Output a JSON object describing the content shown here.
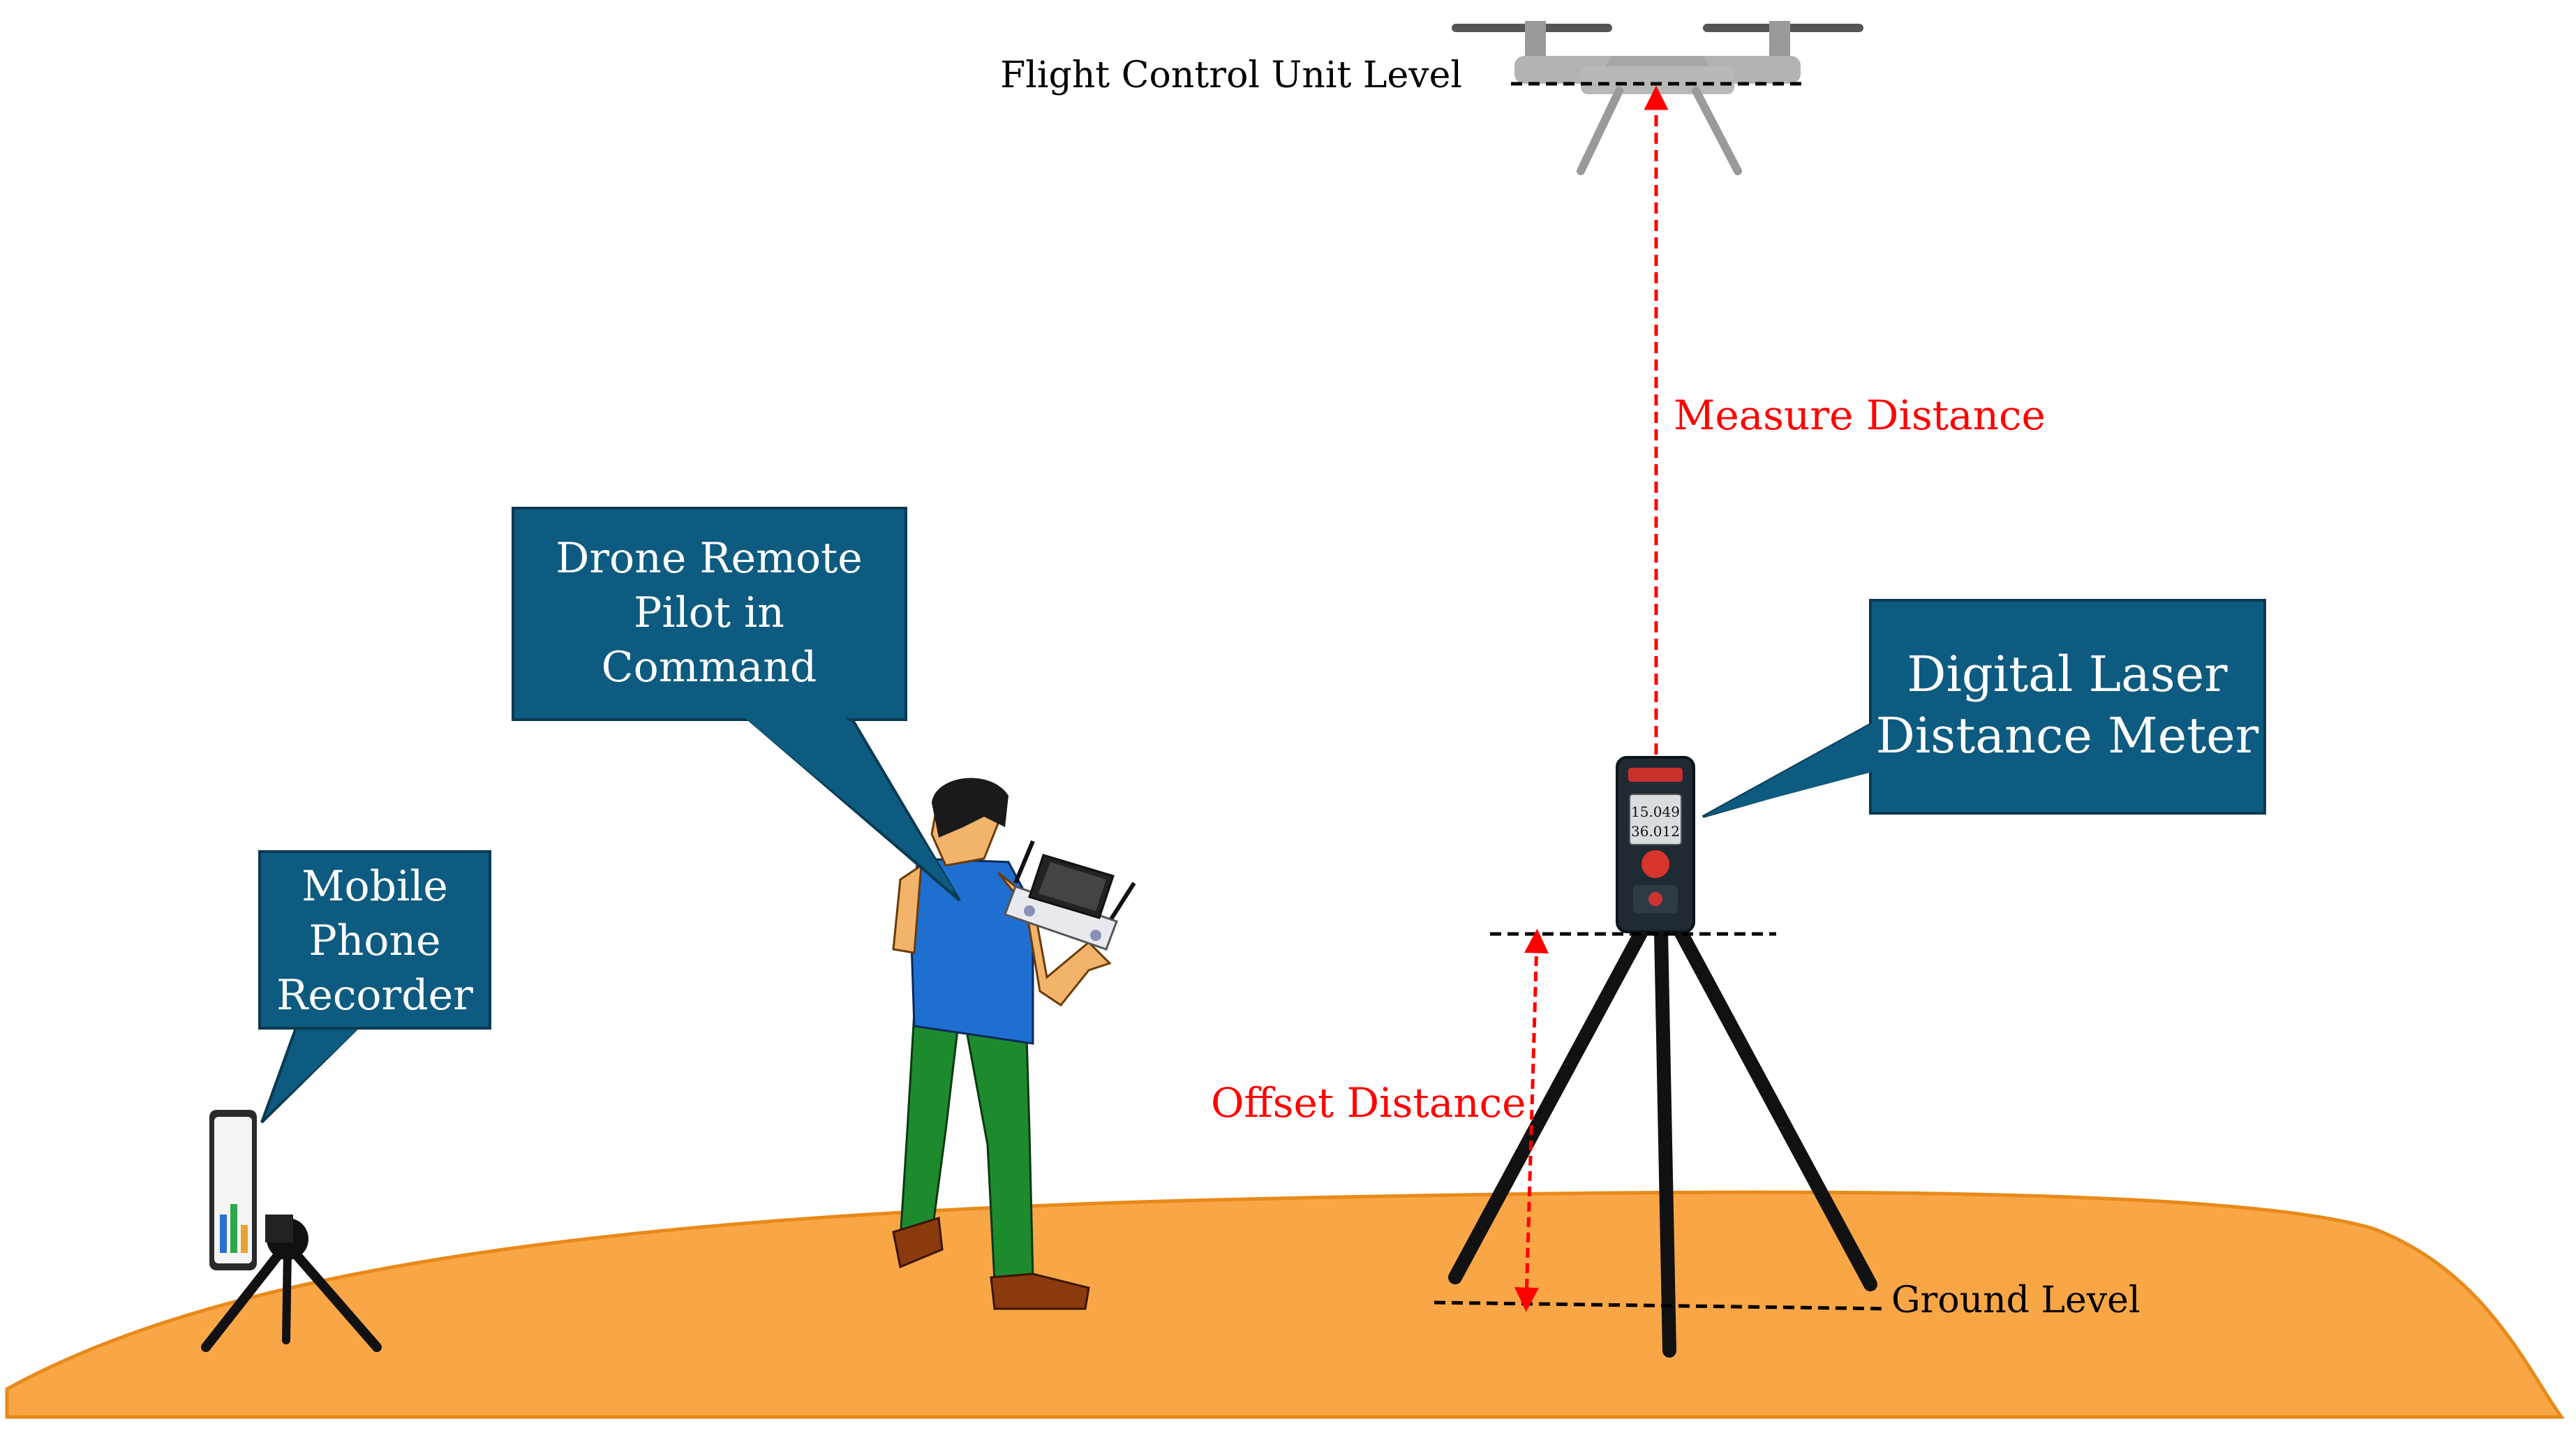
{
  "labels": {
    "flight_control_unit_level": "Flight Control Unit Level",
    "measure_distance": "Measure Distance",
    "offset_distance": "Offset Distance",
    "ground_level": "Ground Level"
  },
  "callouts": {
    "drone_pilot": [
      "Drone Remote",
      "Pilot in",
      "Command"
    ],
    "mobile_phone": [
      "Mobile",
      "Phone",
      "Recorder"
    ],
    "laser_meter": [
      "Digital Laser",
      "Distance Meter"
    ]
  },
  "device_readout": {
    "line1": "15.049",
    "line2": "36.012"
  },
  "colors": {
    "callout_fill": "#0d5b80",
    "ground": "#f9a646",
    "ground_edge": "#e88a1a",
    "measure_red": "#ff0000",
    "drone_gray": "#b3b3b3",
    "shirt_blue": "#1f6fd1",
    "pants_green": "#1e8a2e",
    "skin": "#f2b36b"
  }
}
